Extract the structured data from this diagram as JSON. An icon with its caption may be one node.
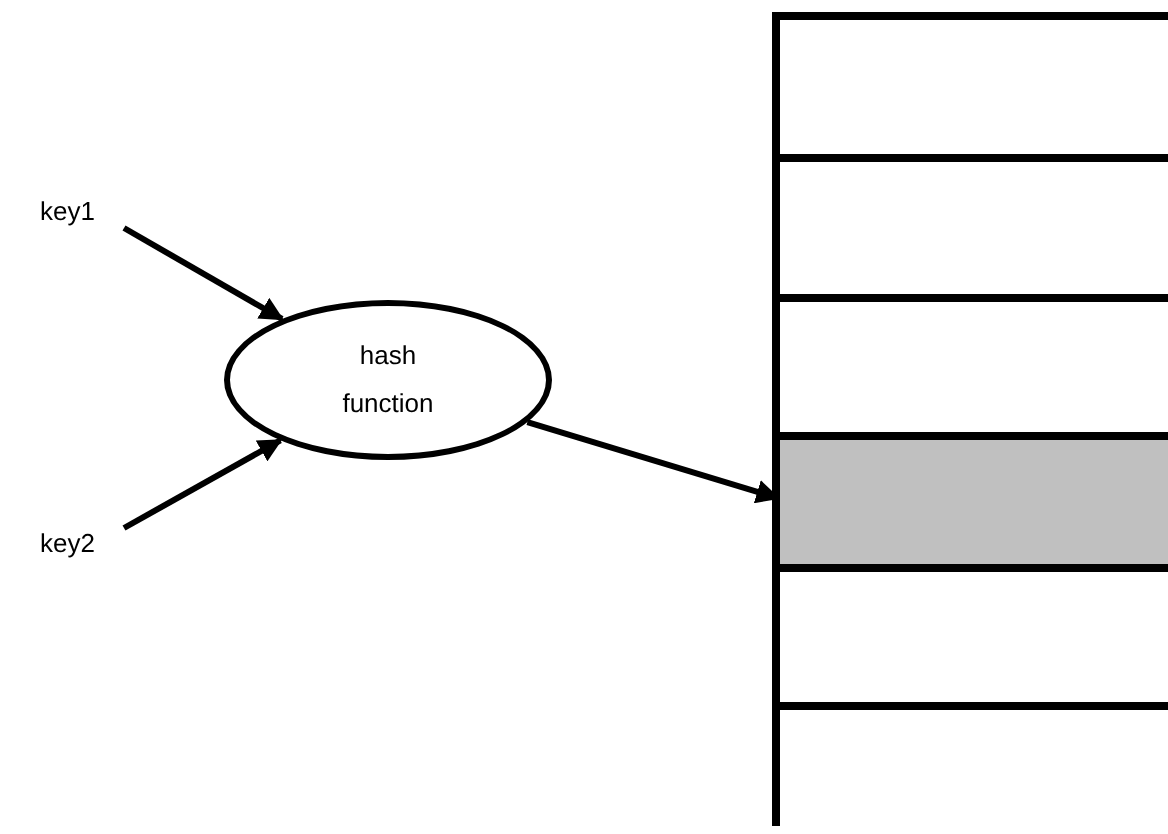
{
  "diagram": {
    "nodes": [
      {
        "text": [
          "key1"
        ]
      },
      {
        "text": [
          "key2"
        ]
      },
      {
        "text": [
          "hash function"
        ]
      },
      {
        "text": [],
        "shape": "box"
      },
      {
        "text": [],
        "shape": "box",
        "in": 3
      },
      {
        "text": [],
        "shape": "box",
        "in": 3
      },
      {
        "text": [],
        "shape": "box",
        "in": 3
      },
      {
        "text": [],
        "shape": "box",
        "in": 3
      },
      {
        "text": [],
        "shape": "box",
        "in": 3
      },
      {
        "text": [],
        "shape": "box",
        "in": 3
      }
    ],
    "edges": [
      {
        "from": 0,
        "to": 2,
        "arrow": "to"
      },
      {
        "from": 1,
        "to": 2,
        "arrow": "to"
      },
      {
        "from": 2,
        "to": 7,
        "arrow": "to"
      }
    ]
  }
}
